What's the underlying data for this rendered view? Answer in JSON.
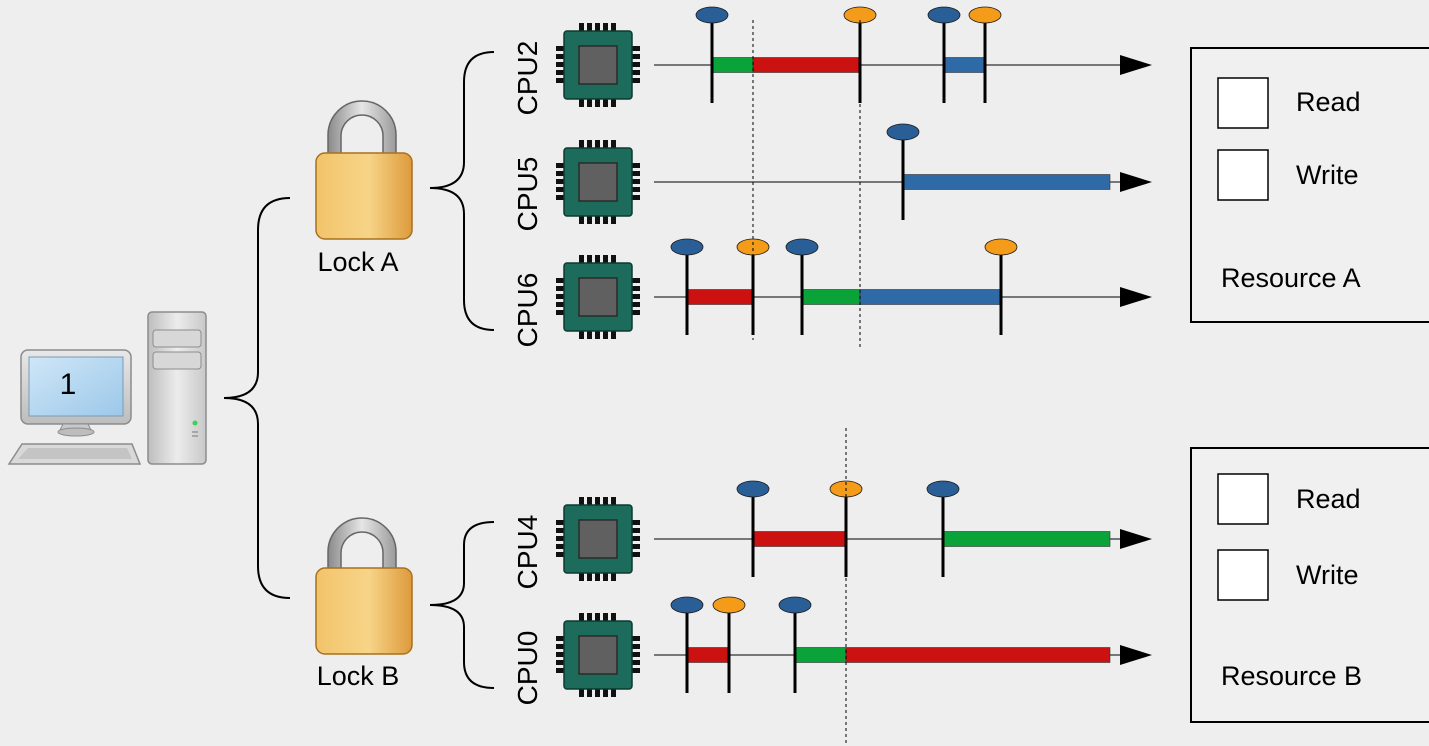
{
  "computer": {
    "screen_label": "1"
  },
  "locks": [
    {
      "label": "Lock A"
    },
    {
      "label": "Lock B"
    }
  ],
  "colors": {
    "background": "#eeeeee",
    "acquire_marker": "#2a5e96",
    "release_marker": "#f59b1a",
    "green_segment": "#0aa33a",
    "red_segment": "#cc1111",
    "blue_segment": "#2e6aa6",
    "chip_body": "#1d6b5a"
  },
  "cpus": [
    {
      "label": "CPU2",
      "markers": [
        {
          "kind": "acquire",
          "t": 712
        },
        {
          "kind": "release",
          "t": 860
        },
        {
          "kind": "acquire",
          "t": 944
        },
        {
          "kind": "release",
          "t": 985
        }
      ],
      "segments": [
        {
          "state": "green",
          "t0": 712,
          "t1": 753
        },
        {
          "state": "red",
          "t0": 753,
          "t1": 860
        },
        {
          "state": "blue",
          "t0": 945,
          "t1": 985
        }
      ]
    },
    {
      "label": "CPU5",
      "markers": [
        {
          "kind": "acquire",
          "t": 903
        }
      ],
      "segments": [
        {
          "state": "blue",
          "t0": 904,
          "t1": 1110
        }
      ]
    },
    {
      "label": "CPU6",
      "markers": [
        {
          "kind": "acquire",
          "t": 687
        },
        {
          "kind": "release",
          "t": 753
        },
        {
          "kind": "acquire",
          "t": 802
        },
        {
          "kind": "release",
          "t": 1001
        }
      ],
      "segments": [
        {
          "state": "red",
          "t0": 687,
          "t1": 753
        },
        {
          "state": "green",
          "t0": 803,
          "t1": 860
        },
        {
          "state": "blue",
          "t0": 860,
          "t1": 1001
        }
      ]
    },
    {
      "label": "CPU4",
      "markers": [
        {
          "kind": "acquire",
          "t": 753
        },
        {
          "kind": "release",
          "t": 846
        },
        {
          "kind": "acquire",
          "t": 943
        }
      ],
      "segments": [
        {
          "state": "red",
          "t0": 754,
          "t1": 846
        },
        {
          "state": "green",
          "t0": 944,
          "t1": 1110
        }
      ]
    },
    {
      "label": "CPU0",
      "markers": [
        {
          "kind": "acquire",
          "t": 687
        },
        {
          "kind": "release",
          "t": 729
        },
        {
          "kind": "acquire",
          "t": 795
        }
      ],
      "segments": [
        {
          "state": "red",
          "t0": 687,
          "t1": 729
        },
        {
          "state": "green",
          "t0": 796,
          "t1": 846
        },
        {
          "state": "red",
          "t0": 846,
          "t1": 1110
        }
      ]
    }
  ],
  "resources": [
    {
      "read_label": "Read",
      "write_label": "Write",
      "name": "Resource A"
    },
    {
      "read_label": "Read",
      "write_label": "Write",
      "name": "Resource B"
    }
  ]
}
